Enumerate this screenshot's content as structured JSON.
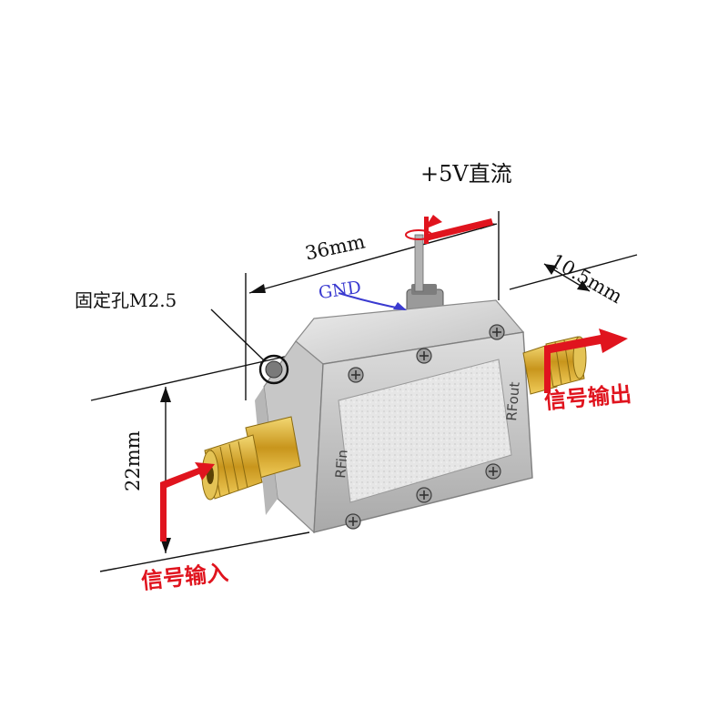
{
  "labels": {
    "power": "+5V直流",
    "width": "36mm",
    "depth": "10.5mm",
    "gnd": "GND",
    "mount_hole": "固定孔M2.5",
    "height": "22mm",
    "rf_in": "RFin",
    "rf_out": "RFout",
    "signal_in": "信号输入",
    "signal_out": "信号输出"
  },
  "colors": {
    "annotation_red": "#e0141e",
    "gnd_blue": "#3a3ad0",
    "housing_silver": "#c9c9c9",
    "sma_gold": "#d9b13a"
  }
}
